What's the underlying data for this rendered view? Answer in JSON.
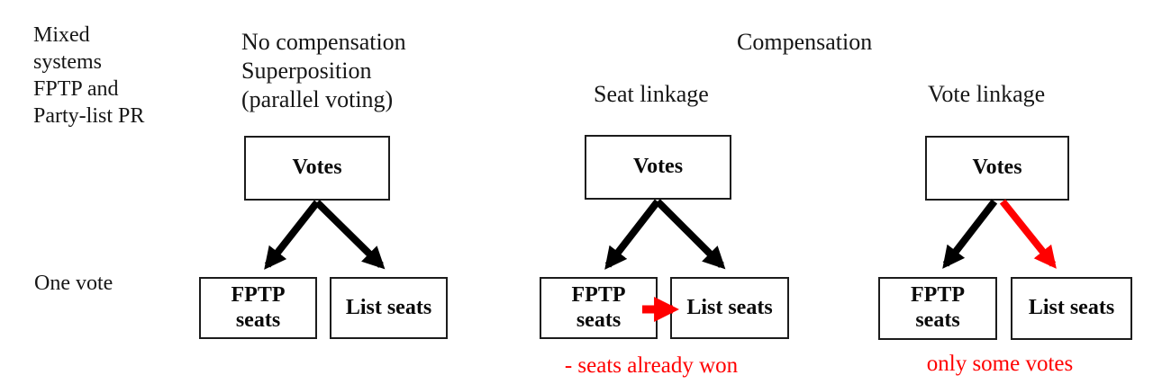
{
  "canvas": {
    "background": "#ffffff",
    "line_black": "#000000",
    "accent_red": "#ff0000"
  },
  "labels": {
    "mixed_systems": "Mixed\nsystems\nFPTP and\nParty-list PR",
    "one_vote": "One vote"
  },
  "headers": {
    "no_compensation": "No compensation\nSuperposition\n(parallel voting)",
    "compensation": "Compensation",
    "seat_linkage": "Seat linkage",
    "vote_linkage": "Vote linkage"
  },
  "diagrams": {
    "superposition": {
      "votes": "Votes",
      "fptp_seats": "FPTP\nseats",
      "list_seats": "List seats"
    },
    "seat_linkage": {
      "votes": "Votes",
      "fptp_seats": "FPTP\nseats",
      "list_seats": "List seats",
      "annotation": "- seats already won"
    },
    "vote_linkage": {
      "votes": "Votes",
      "fptp_seats": "FPTP\nseats",
      "list_seats": "List seats",
      "annotation": "only some votes"
    }
  }
}
